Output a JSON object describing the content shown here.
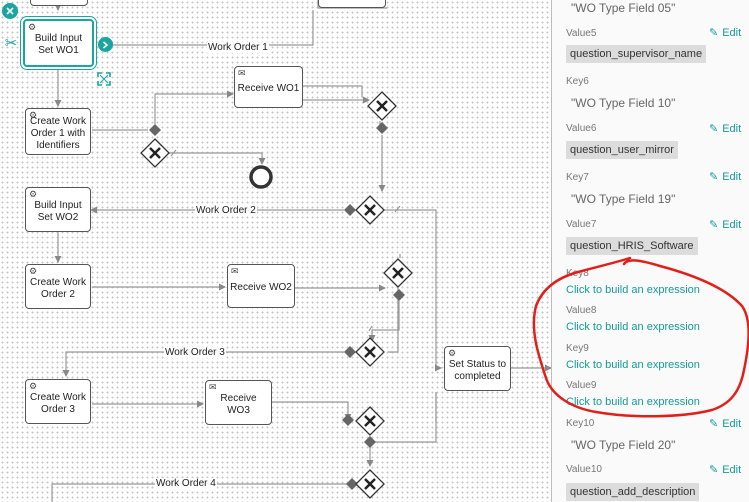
{
  "diagram": {
    "tasks": {
      "build_wo1": "Build Input Set WO1",
      "create_wo1": "Create Work Order 1 with Identifiers",
      "receive_wo1": "Receive WO1",
      "build_wo2": "Build Input Set WO2",
      "create_wo2": "Create Work Order 2",
      "receive_wo2": "Receive WO2",
      "create_wo3": "Create Work Order 3",
      "receive_wo3": "Receive WO3",
      "set_status": "Set Status to completed"
    },
    "flow_labels": {
      "wo1": "Work Order 1",
      "wo2": "Work Order 2",
      "wo3": "Work Order 3",
      "wo4": "Work Order 4"
    },
    "icons": {
      "close": "close-icon",
      "scissors": "scissors-icon",
      "next": "chevron-right-icon",
      "expand": "expand-icon",
      "gear": "gear-icon",
      "envelope": "envelope-icon"
    },
    "colors": {
      "accent": "#1aa5a0",
      "annotation": "#e0201a"
    }
  },
  "panel": {
    "top_value": "\"WO Type Field 05\"",
    "rows": [
      {
        "key": "Value5",
        "value": "question_supervisor_name",
        "kind": "chip"
      },
      {
        "key": "Key6",
        "value": "\"WO Type Field 10\"",
        "kind": "string"
      },
      {
        "key": "Value6",
        "value": "question_user_mirror",
        "kind": "chip"
      },
      {
        "key": "Key7",
        "value": "\"WO Type Field 19\"",
        "kind": "string"
      },
      {
        "key": "Value7",
        "value": "question_HRIS_Software",
        "kind": "chip"
      },
      {
        "key": "Key8",
        "value": "Click to build an expression",
        "kind": "expr"
      },
      {
        "key": "Value8",
        "value": "Click to build an expression",
        "kind": "expr"
      },
      {
        "key": "Key9",
        "value": "Click to build an expression",
        "kind": "expr"
      },
      {
        "key": "Value9",
        "value": "Click to build an expression",
        "kind": "expr"
      },
      {
        "key": "Key10",
        "value": "\"WO Type Field 20\"",
        "kind": "string"
      },
      {
        "key": "Value10",
        "value": "question_add_description",
        "kind": "chip"
      }
    ],
    "edit_label": "Edit"
  }
}
